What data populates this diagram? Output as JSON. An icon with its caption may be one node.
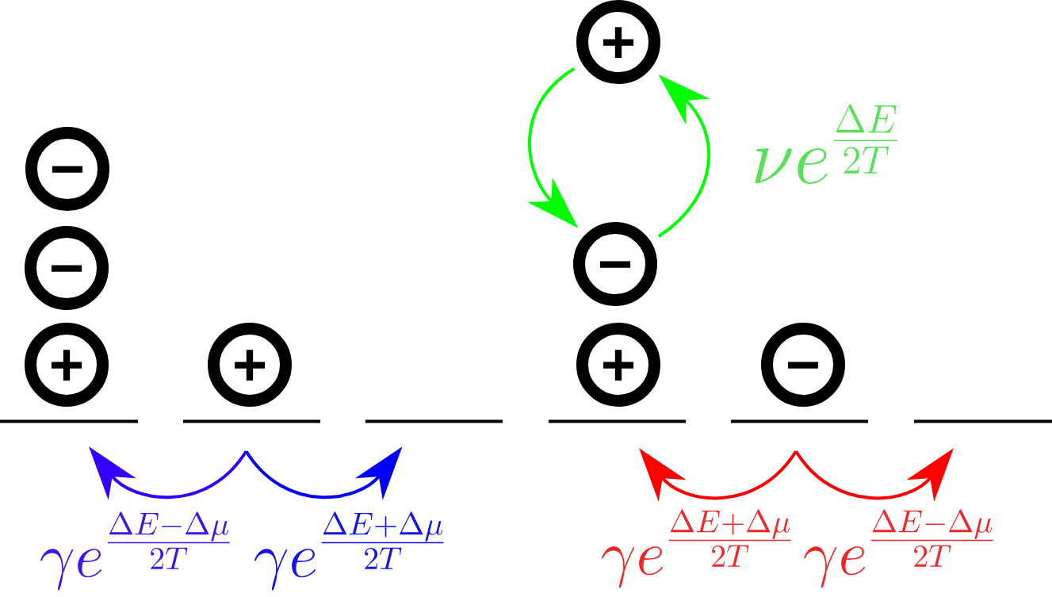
{
  "diagram": {
    "nodes": [
      {
        "text": [
          "+"
        ]
      },
      {
        "text": [
          "−"
        ]
      },
      {
        "text": [
          "−"
        ]
      },
      {
        "text": [
          "−"
        ]
      },
      {
        "text": [
          "+"
        ]
      },
      {
        "text": [
          "+"
        ]
      },
      {
        "text": [
          "+"
        ]
      },
      {
        "text": [
          "−"
        ]
      },
      {
        "text": [],
        "shape": "line"
      },
      {
        "text": [],
        "shape": "line"
      },
      {
        "text": [],
        "shape": "line"
      },
      {
        "text": [],
        "shape": "line"
      },
      {
        "text": [],
        "shape": "line"
      },
      {
        "text": [],
        "shape": "line"
      }
    ],
    "edges": [
      {
        "from": 9,
        "to": 8,
        "arrow": "to",
        "color": "#3300ff",
        "label": "\\gamma e^{\\frac{\\Delta E-\\Delta\\mu}{2T}}"
      },
      {
        "from": 9,
        "to": 10,
        "arrow": "to",
        "color": "#0000ff",
        "label": "\\gamma e^{\\frac{\\Delta E+\\Delta\\mu}{2T}}"
      },
      {
        "from": 12,
        "to": 11,
        "arrow": "to",
        "color": "#ff0000",
        "label": "\\gamma e^{\\frac{\\Delta E+\\Delta\\mu}{2T}}"
      },
      {
        "from": 12,
        "to": 13,
        "arrow": "to",
        "color": "#ff0000",
        "label": "\\gamma e^{\\frac{\\Delta E-\\Delta\\mu}{2T}}"
      },
      {
        "from": 0,
        "to": 3,
        "arrow": "to",
        "color": "#00ff00"
      },
      {
        "from": 3,
        "to": 0,
        "arrow": "to",
        "color": "#00ff00",
        "label": "\\nu e^{\\frac{\\Delta E}{2T}}"
      }
    ]
  }
}
